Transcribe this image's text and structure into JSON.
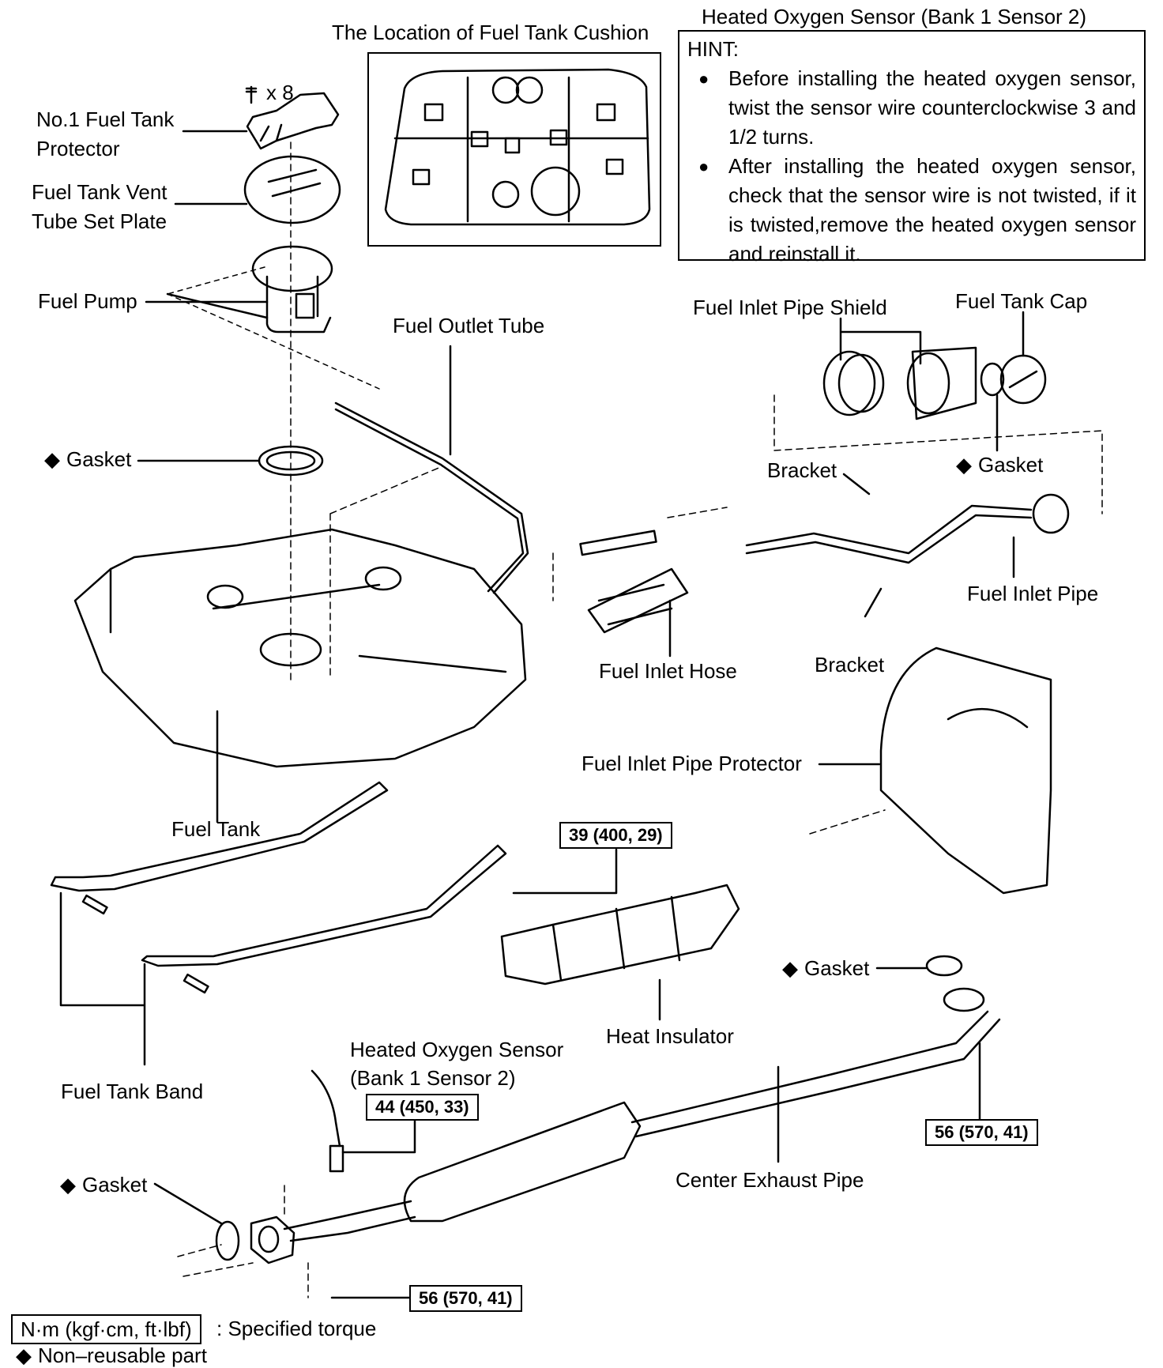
{
  "title_sensor_top": "Heated Oxygen Sensor (Bank 1 Sensor 2)",
  "cushion_title": "The Location of Fuel Tank Cushion",
  "hint": {
    "title": "HINT:",
    "items": [
      "Before installing the heated oxygen sensor, twist the sensor wire counterclockwise 3 and 1/2 turns.",
      "After installing the heated oxygen sensor, check that the sensor wire is not twisted, if it is twisted,remove the heated oxygen sensor and reinstall it."
    ]
  },
  "labels": {
    "bolt_count": "x 8",
    "protector_line1": "No.1 Fuel Tank",
    "protector_line2": "Protector",
    "vent_line1": "Fuel Tank Vent",
    "vent_line2": "Tube Set Plate",
    "fuel_pump": "Fuel Pump",
    "fuel_outlet_tube": "Fuel Outlet Tube",
    "gasket_pump": "Gasket",
    "fuel_inlet_pipe_shield": "Fuel Inlet Pipe Shield",
    "fuel_tank_cap": "Fuel Tank Cap",
    "bracket_upper": "Bracket",
    "gasket_cap": "Gasket",
    "fuel_inlet_pipe": "Fuel Inlet Pipe",
    "fuel_inlet_hose": "Fuel Inlet Hose",
    "bracket_lower": "Bracket",
    "fuel_inlet_pipe_protector": "Fuel Inlet Pipe Protector",
    "fuel_tank": "Fuel Tank",
    "heat_insulator": "Heat Insulator",
    "gasket_exhaust_right": "Gasket",
    "fuel_tank_band": "Fuel Tank Band",
    "sensor_line1": "Heated Oxygen Sensor",
    "sensor_line2": "(Bank 1 Sensor 2)",
    "center_exhaust_pipe": "Center Exhaust Pipe",
    "gasket_exhaust_left": "Gasket"
  },
  "torques": {
    "heat_insulator": "39 (400, 29)",
    "sensor": "44 (450, 33)",
    "exhaust_right": "56 (570, 41)",
    "exhaust_bottom": "56 (570, 41)"
  },
  "legend": {
    "torque_unit": "N·m (kgf·cm, ft·lbf)",
    "torque_text": ": Specified torque",
    "nonreusable": "Non–reusable part"
  }
}
